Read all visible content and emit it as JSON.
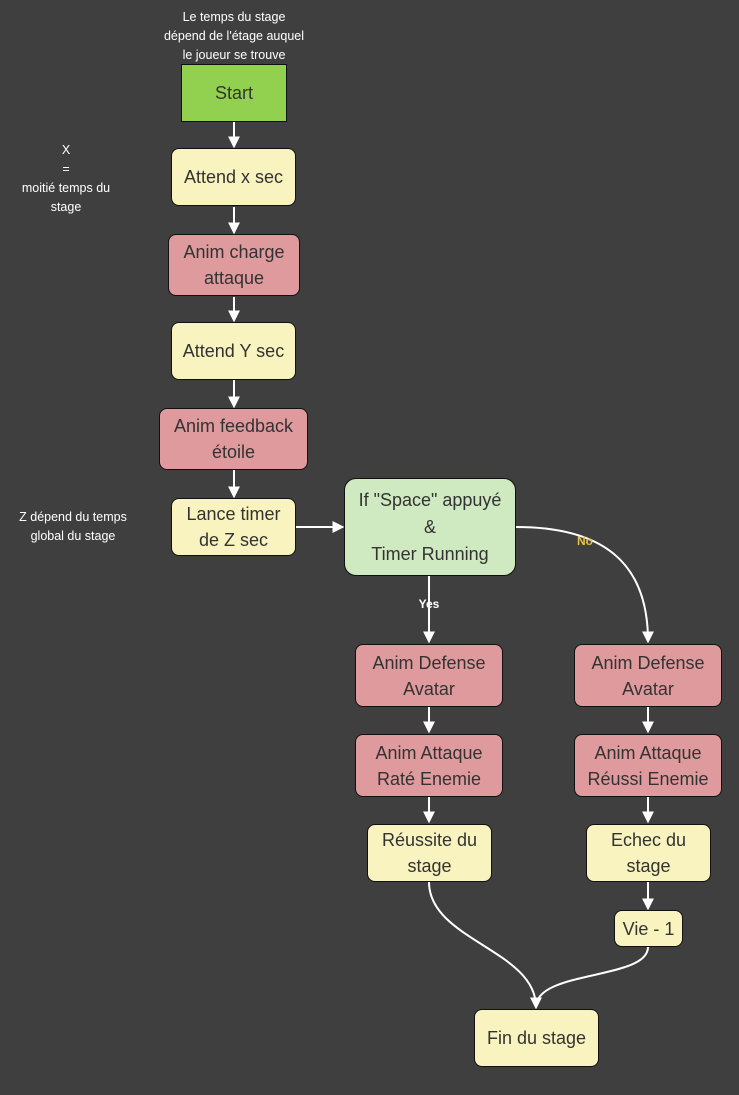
{
  "notes": {
    "stage_time": "Le temps du stage\ndépend de l'étage auquel\nle joueur se trouve",
    "x_def": "X\n=\nmoitié  temps du\nstage",
    "z_def": "Z dépend du temps\nglobal du stage"
  },
  "nodes": {
    "start": "Start",
    "wait_x": "Attend x sec",
    "anim_charge": "Anim charge\nattaque",
    "wait_y": "Attend Y sec",
    "anim_feedback": "Anim feedback\nétoile",
    "launch_timer": "Lance timer\nde Z sec",
    "decision": "If \"Space\" appuyé\n&\nTimer Running",
    "defense_yes": "Anim Defense\nAvatar",
    "attack_missed": "Anim Attaque\nRaté Enemie",
    "stage_success": "Réussite du\nstage",
    "defense_no": "Anim Defense\nAvatar",
    "attack_success": "Anim Attaque\nRéussi Enemie",
    "stage_fail": "Echec du\nstage",
    "life_minus": "Vie - 1",
    "end": "Fin du stage"
  },
  "edge_labels": {
    "yes": "Yes",
    "no": "No"
  },
  "colors": {
    "background": "#3f3f3f",
    "start": "#92d050",
    "wait": "#f8f3bf",
    "anim": "#de9a9c",
    "decision": "#cfe9c0",
    "no_label": "#e8c14a"
  }
}
